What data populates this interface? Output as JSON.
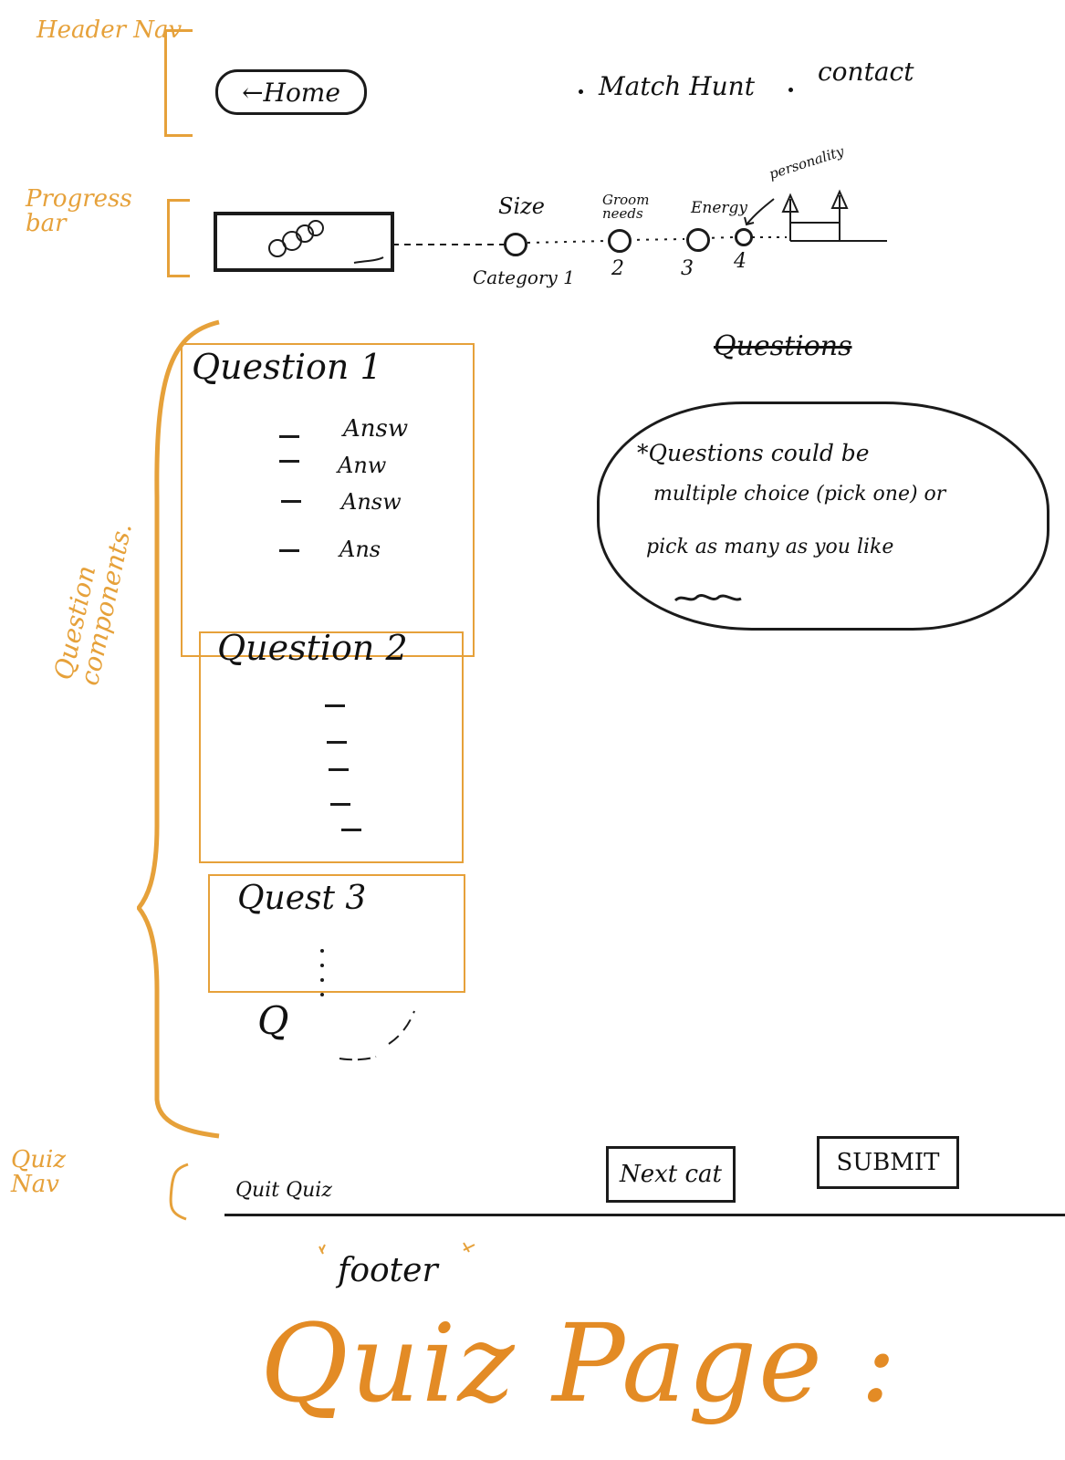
{
  "annotations": {
    "header_nav": "Header Nav",
    "progress_bar": "Progress bar",
    "question_components": "Question components.",
    "quiz_nav": "Quiz Nav"
  },
  "header_nav": {
    "home": "←Home",
    "match_hunt": "Match Hunt",
    "contact": "contact"
  },
  "progress": {
    "steps": [
      {
        "top": "Size",
        "bottom": "Category 1"
      },
      {
        "top": "Groom needs",
        "bottom": "2"
      },
      {
        "top": "Energy",
        "bottom": "3"
      },
      {
        "top": "personality",
        "bottom": "4"
      }
    ]
  },
  "questions": {
    "q1_title": "Question 1",
    "q1_answers": [
      "Answ",
      "Anw",
      "Answ",
      "Ans"
    ],
    "q2_title": "Question 2",
    "q3_title": "Quest 3",
    "q_more": "Q"
  },
  "note": {
    "heading": "Questions",
    "lines": [
      "*Questions could be",
      "multiple choice (pick one) or",
      "pick as many as you like"
    ]
  },
  "quiz_nav": {
    "quit": "Quit Quiz",
    "next": "Next cat",
    "submit": "SUBMIT"
  },
  "footer": {
    "label": "footer"
  },
  "page_title": "Quiz Page :",
  "colors": {
    "ink": "#161616",
    "annotation": "#e6a13a",
    "title": "#e38b25"
  }
}
